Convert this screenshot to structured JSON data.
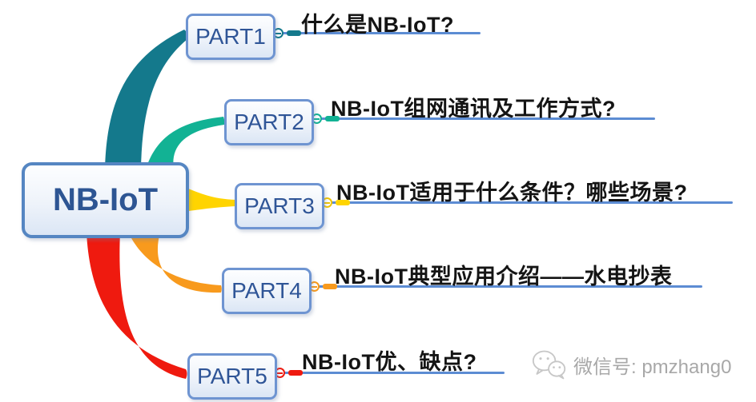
{
  "root": {
    "label": "NB-IoT"
  },
  "branches": [
    {
      "label": "PART1",
      "topic": "什么是NB-IoT?",
      "color": "#14798C"
    },
    {
      "label": "PART2",
      "topic": "NB-IoT组网通讯及工作方式?",
      "color": "#12B294"
    },
    {
      "label": "PART3",
      "topic": "NB-IoT适用于什么条件？哪些场景?",
      "color": "#FFD400"
    },
    {
      "label": "PART4",
      "topic": "NB-IoT典型应用介绍——水电抄表",
      "color": "#F89A1D"
    },
    {
      "label": "PART5",
      "topic": "NB-IoT优、缺点?",
      "color": "#EF1A0F"
    }
  ],
  "watermark": {
    "icon": "wechat-icon",
    "text": "微信号: pmzhang0"
  },
  "colors": {
    "node_border": "#6E94D1",
    "central_border": "#5586C2",
    "node_text": "#2F5597",
    "topic_line": "#5C8CD3",
    "topic_text": "#141414"
  }
}
